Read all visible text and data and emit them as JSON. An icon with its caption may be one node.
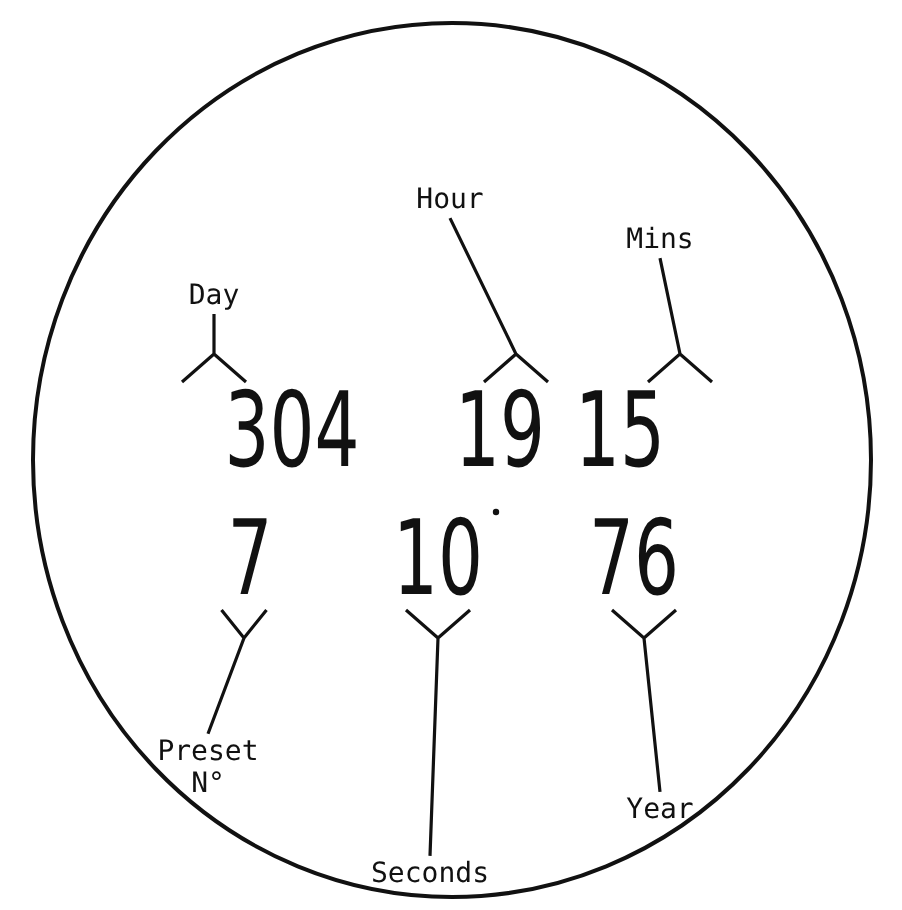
{
  "diagram": {
    "nodes": [
      {
        "text": [],
        "shape": "circle"
      },
      {
        "text": [
          "Day"
        ],
        "in": 0
      },
      {
        "text": [
          "Hour"
        ],
        "in": 0
      },
      {
        "text": [
          "Mins"
        ],
        "in": 0
      },
      {
        "text": [
          "304"
        ],
        "in": 0
      },
      {
        "text": [
          "19"
        ],
        "in": 0
      },
      {
        "text": [
          "15"
        ],
        "in": 0
      },
      {
        "text": [
          "7"
        ],
        "in": 0
      },
      {
        "text": [
          "10"
        ],
        "in": 0
      },
      {
        "text": [
          "76"
        ],
        "in": 0
      },
      {
        "text": [
          "Preset N°"
        ],
        "in": 0
      },
      {
        "text": [
          "Seconds"
        ],
        "in": 0
      },
      {
        "text": [
          "Year"
        ],
        "in": 0
      }
    ],
    "edges": [
      {
        "from": 1,
        "to": 4,
        "arrow": "none"
      },
      {
        "from": 2,
        "to": 5,
        "arrow": "none"
      },
      {
        "from": 3,
        "to": 6,
        "arrow": "none"
      },
      {
        "from": 10,
        "to": 7,
        "arrow": "none"
      },
      {
        "from": 11,
        "to": 8,
        "arrow": "none"
      },
      {
        "from": 12,
        "to": 9,
        "arrow": "none"
      }
    ]
  }
}
